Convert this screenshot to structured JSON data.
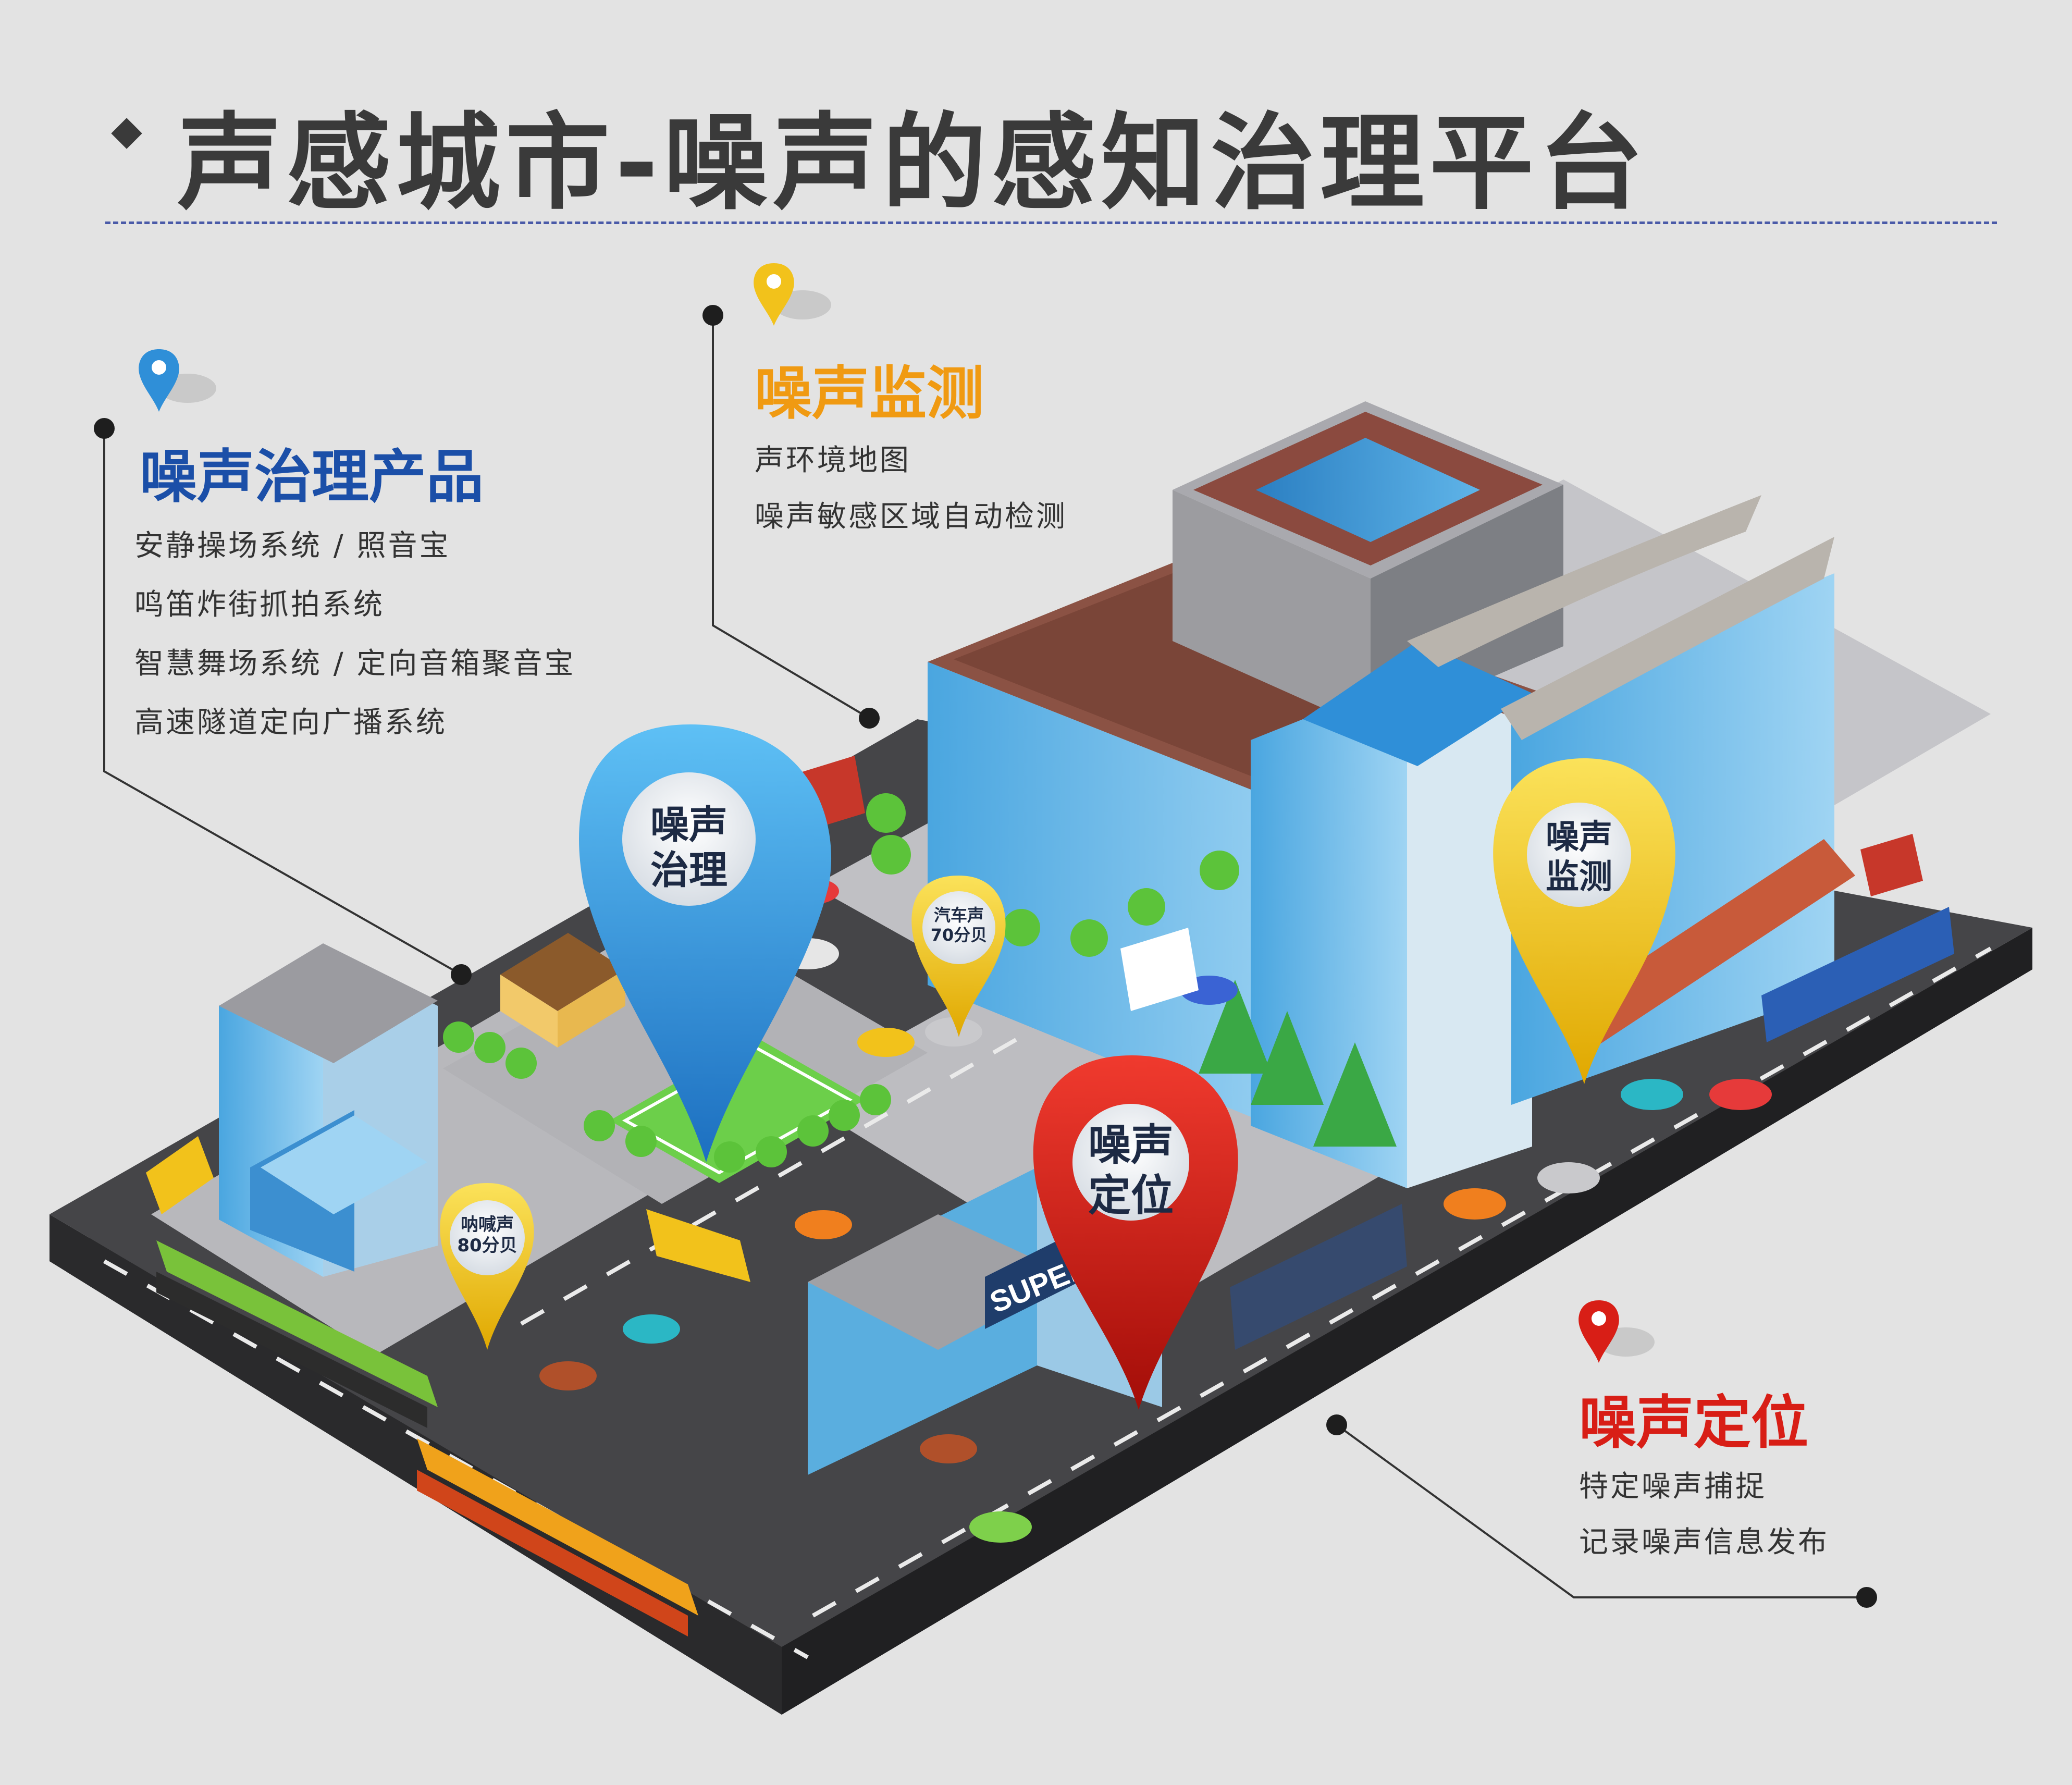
{
  "title": "声感城市-噪声的感知治理平台",
  "sections": {
    "governance": {
      "heading": "噪声治理产品",
      "items": [
        "安静操场系统 / 照音宝",
        "鸣笛炸街抓拍系统",
        "智慧舞场系统 / 定向音箱聚音宝",
        "高速隧道定向广播系统"
      ]
    },
    "monitoring": {
      "heading": "噪声监测",
      "items": [
        "声环境地图",
        "噪声敏感区域自动检测"
      ]
    },
    "locating": {
      "heading": "噪声定位",
      "items": [
        "特定噪声捕捉",
        "记录噪声信息发布"
      ]
    }
  },
  "map_pins": {
    "governance": {
      "line1": "噪声",
      "line2": "治理",
      "color": "#2f8fd8"
    },
    "monitoring": {
      "line1": "噪声",
      "line2": "监测",
      "color": "#f2c21b"
    },
    "locating": {
      "line1": "噪声",
      "line2": "定位",
      "color": "#d81e16"
    },
    "car_noise": {
      "line1": "汽车声",
      "line2": "70分贝",
      "color": "#f2c21b"
    },
    "shout_noise": {
      "line1": "呐喊声",
      "line2": "80分贝",
      "color": "#f2c21b"
    }
  },
  "signage": {
    "supermarket": "SUPERMA"
  },
  "colors": {
    "governance_blue": "#1b4fa8",
    "monitoring_orange": "#f09a12",
    "locating_red": "#d81e16"
  },
  "icons": [
    "location-pin-blue-icon",
    "location-pin-yellow-icon",
    "location-pin-red-icon"
  ]
}
